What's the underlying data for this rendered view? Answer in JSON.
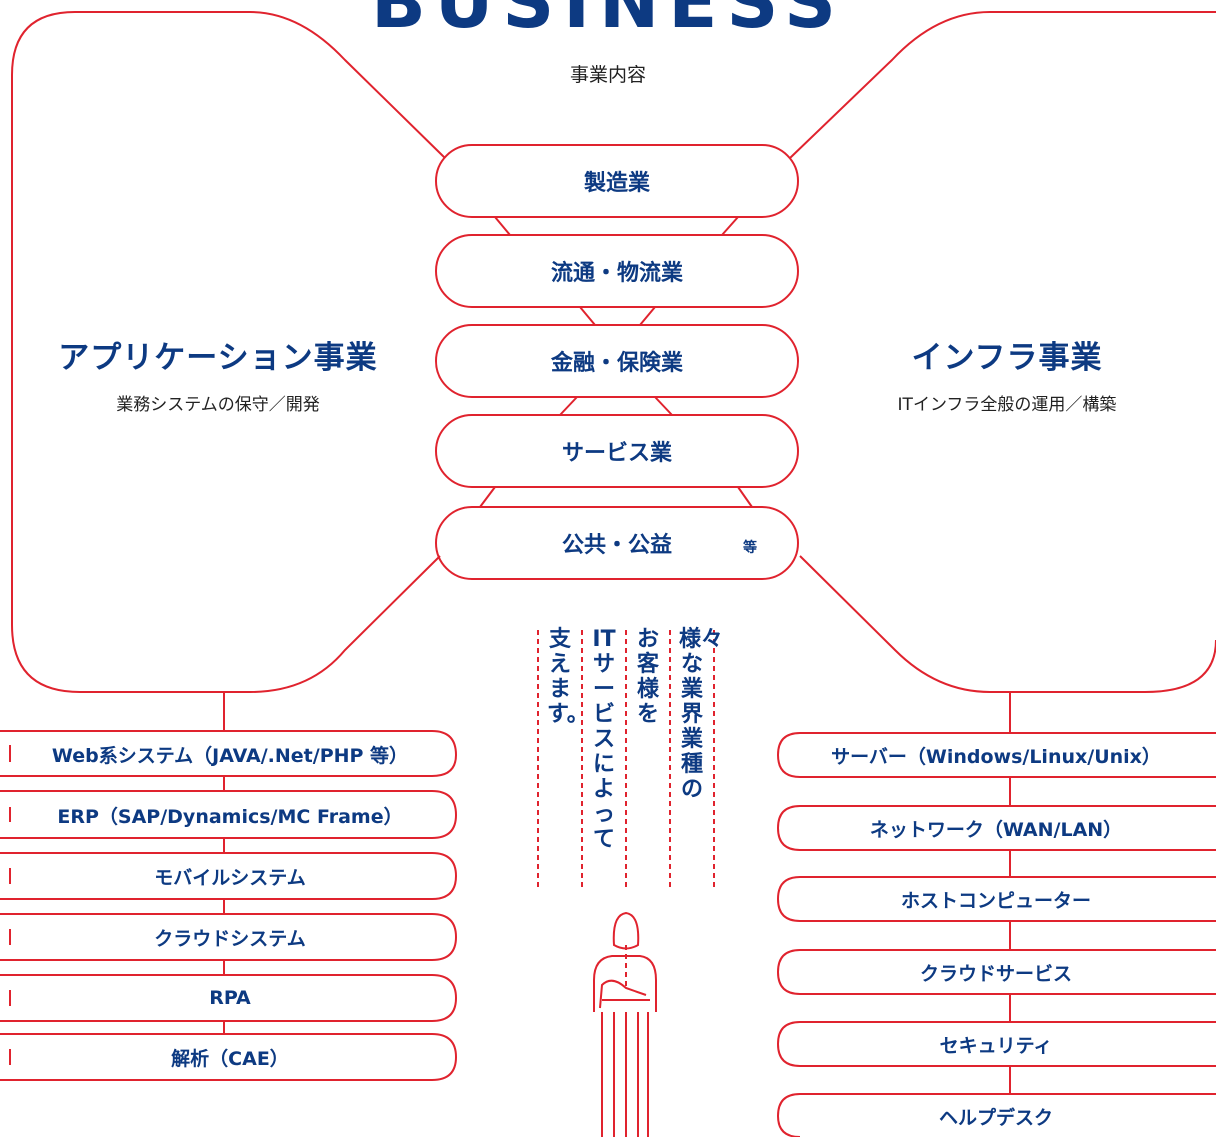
{
  "header": {
    "title": "BUSINESS",
    "subtitle": "事業内容"
  },
  "industries": [
    "製造業",
    "流通・物流業",
    "金融・保険業",
    "サービス業",
    "公共・公益"
  ],
  "industries_suffix": "等",
  "application": {
    "title": "アプリケーション事業",
    "description": "業務システムの保守／開発",
    "items": [
      "Web系システム（JAVA/.Net/PHP 等）",
      "ERP（SAP/Dynamics/MC Frame）",
      "モバイルシステム",
      "クラウドシステム",
      "RPA",
      "解析（CAE）"
    ]
  },
  "infra": {
    "title": "インフラ事業",
    "description": "ITインフラ全般の運用／構築",
    "items": [
      "サーバー（Windows/Linux/Unix）",
      "ネットワーク（WAN/LAN）",
      "ホストコンピューター",
      "クラウドサービス",
      "セキュリティ",
      "ヘルプデスク"
    ]
  },
  "message": {
    "lines": [
      "様々な業界業種の",
      "お客様を",
      "ITサービスによって",
      "支えます。"
    ]
  },
  "colors": {
    "accent": "#e0232e",
    "brand": "#0d3a82"
  }
}
